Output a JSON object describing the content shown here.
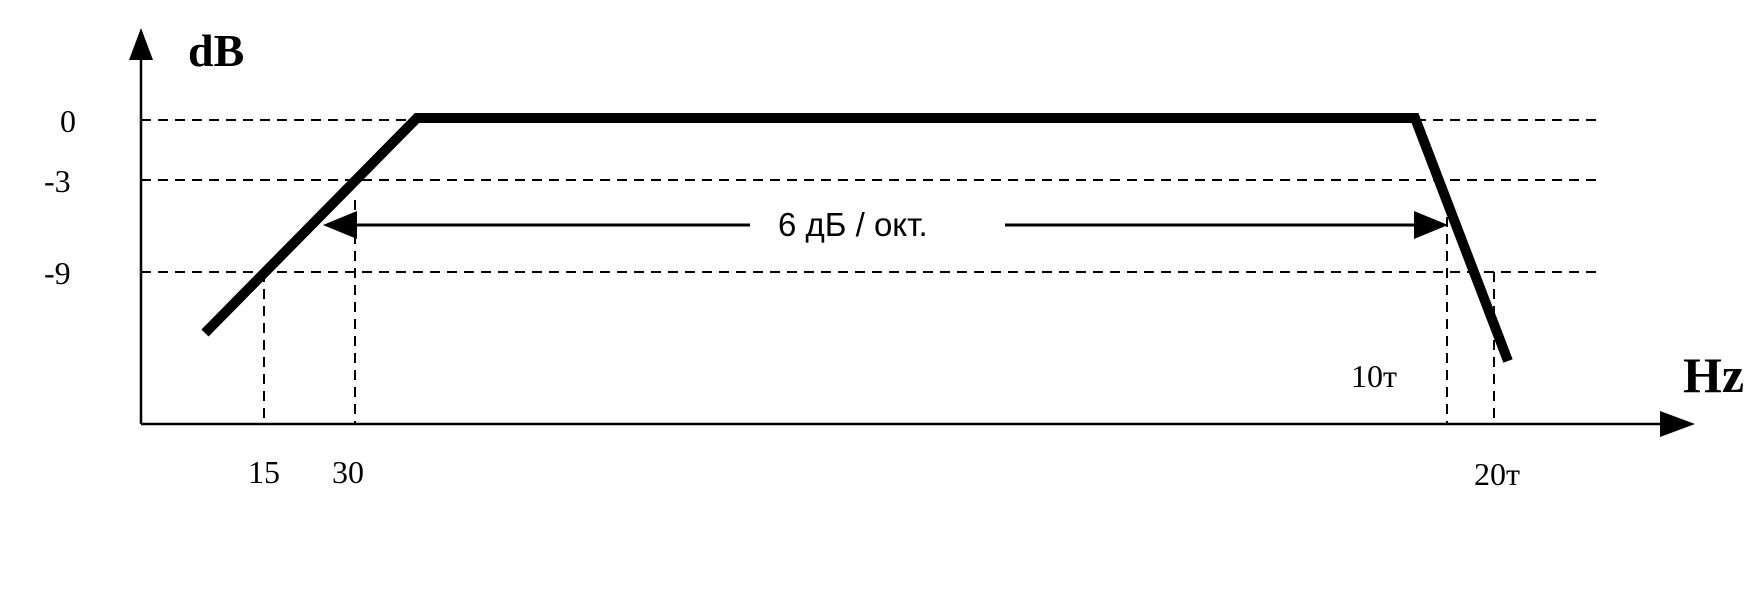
{
  "diagram": {
    "y_unit": "dB",
    "x_unit": "Hz",
    "y_ticks": [
      "0",
      "-3",
      "-9"
    ],
    "x_ticks_left": [
      "15",
      "30"
    ],
    "x_tick_high_upper": "10т",
    "x_tick_high_lower": "20т",
    "slope_annotation": "6 дБ / окт."
  }
}
